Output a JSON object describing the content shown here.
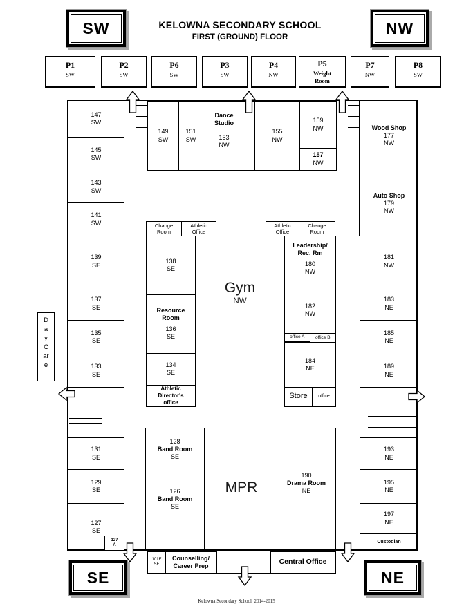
{
  "header": {
    "badge_sw": "SW",
    "badge_nw": "NW",
    "title": "KELOWNA SECONDARY SCHOOL",
    "subtitle": "FIRST (GROUND) FLOOR"
  },
  "portables": [
    {
      "id": "P1",
      "sub": "SW"
    },
    {
      "id": "P2",
      "sub": "SW"
    },
    {
      "id": "P6",
      "sub": "SW"
    },
    {
      "id": "P3",
      "sub": "SW"
    },
    {
      "id": "P4",
      "sub": "NW"
    },
    {
      "id": "P5",
      "sub": "Weight\nRoom"
    },
    {
      "id": "P7",
      "sub": "NW"
    },
    {
      "id": "P8",
      "sub": "SW"
    }
  ],
  "rooms": {
    "147": {
      "number": "147",
      "quad": "SW"
    },
    "145": {
      "number": "145",
      "quad": "SW"
    },
    "143": {
      "number": "143",
      "quad": "SW"
    },
    "141": {
      "number": "141",
      "quad": "SW"
    },
    "139": {
      "number": "139",
      "quad": "SE"
    },
    "137": {
      "number": "137",
      "quad": "SE"
    },
    "135": {
      "number": "135",
      "quad": "SE"
    },
    "133": {
      "number": "133",
      "quad": "SE"
    },
    "131": {
      "number": "131",
      "quad": "SE"
    },
    "129": {
      "number": "129",
      "quad": "SE"
    },
    "127": {
      "number": "127",
      "quad": "SE"
    },
    "127a": {
      "number": "127",
      "quad": "A"
    },
    "149": {
      "number": "149",
      "quad": "SW"
    },
    "151": {
      "number": "151",
      "quad": "SW"
    },
    "dance_studio": {
      "name": "Dance\nStudio",
      "number": "153",
      "quad": "NW"
    },
    "155": {
      "number": "155",
      "quad": "NW"
    },
    "159": {
      "number": "159",
      "quad": "NW"
    },
    "157": {
      "number": "157",
      "quad": "NW"
    },
    "wood_shop": {
      "name": "Wood Shop",
      "number": "177",
      "quad": "NW"
    },
    "auto_shop": {
      "name": "Auto Shop",
      "number": "179",
      "quad": "NW"
    },
    "181": {
      "number": "181",
      "quad": "NW"
    },
    "183": {
      "number": "183",
      "quad": "NE"
    },
    "185": {
      "number": "185",
      "quad": "NE"
    },
    "189": {
      "number": "189",
      "quad": "NE"
    },
    "193": {
      "number": "193",
      "quad": "NE"
    },
    "195": {
      "number": "195",
      "quad": "NE"
    },
    "197": {
      "number": "197",
      "quad": "NE"
    },
    "custodian": {
      "name": "Custodian"
    },
    "change_room": {
      "name": "Change\nRoom"
    },
    "athletic_office": {
      "name": "Athletic\nOffice"
    },
    "138": {
      "number": "138",
      "quad": "SE"
    },
    "resource_room": {
      "name": "Resource\nRoom",
      "number": "136",
      "quad": "SE"
    },
    "134": {
      "number": "134",
      "quad": "SE"
    },
    "athletic_director": {
      "name": "Athletic\nDirector's\noffice"
    },
    "gym": {
      "name": "Gym",
      "quad": "NW"
    },
    "leadership": {
      "name": "Leadership/\nRec. Rm",
      "number": "180",
      "quad": "NW"
    },
    "182": {
      "number": "182",
      "quad": "NW"
    },
    "office_a": {
      "name": "office A"
    },
    "office_b": {
      "name": "office B"
    },
    "184": {
      "number": "184",
      "quad": "NE"
    },
    "store": {
      "name": "Store"
    },
    "store_office": {
      "name": "office"
    },
    "band_128": {
      "number": "128",
      "name": "Band Room",
      "quad": "SE"
    },
    "band_126": {
      "number": "126",
      "name": "Band Room",
      "quad": "SE"
    },
    "mpr": {
      "name": "MPR"
    },
    "drama": {
      "number": "190",
      "name": "Drama Room",
      "quad": "NE"
    },
    "101e": {
      "number": "101E",
      "quad": "SE"
    },
    "counselling": {
      "name": "Counselling/\nCareer Prep"
    },
    "central_office": {
      "name": "Central Office"
    },
    "daycare": {
      "name": "DayCare"
    }
  },
  "footer": {
    "badge_se": "SE",
    "badge_ne": "NE",
    "credit": "Kelowna Secondary School  2014-2015"
  }
}
